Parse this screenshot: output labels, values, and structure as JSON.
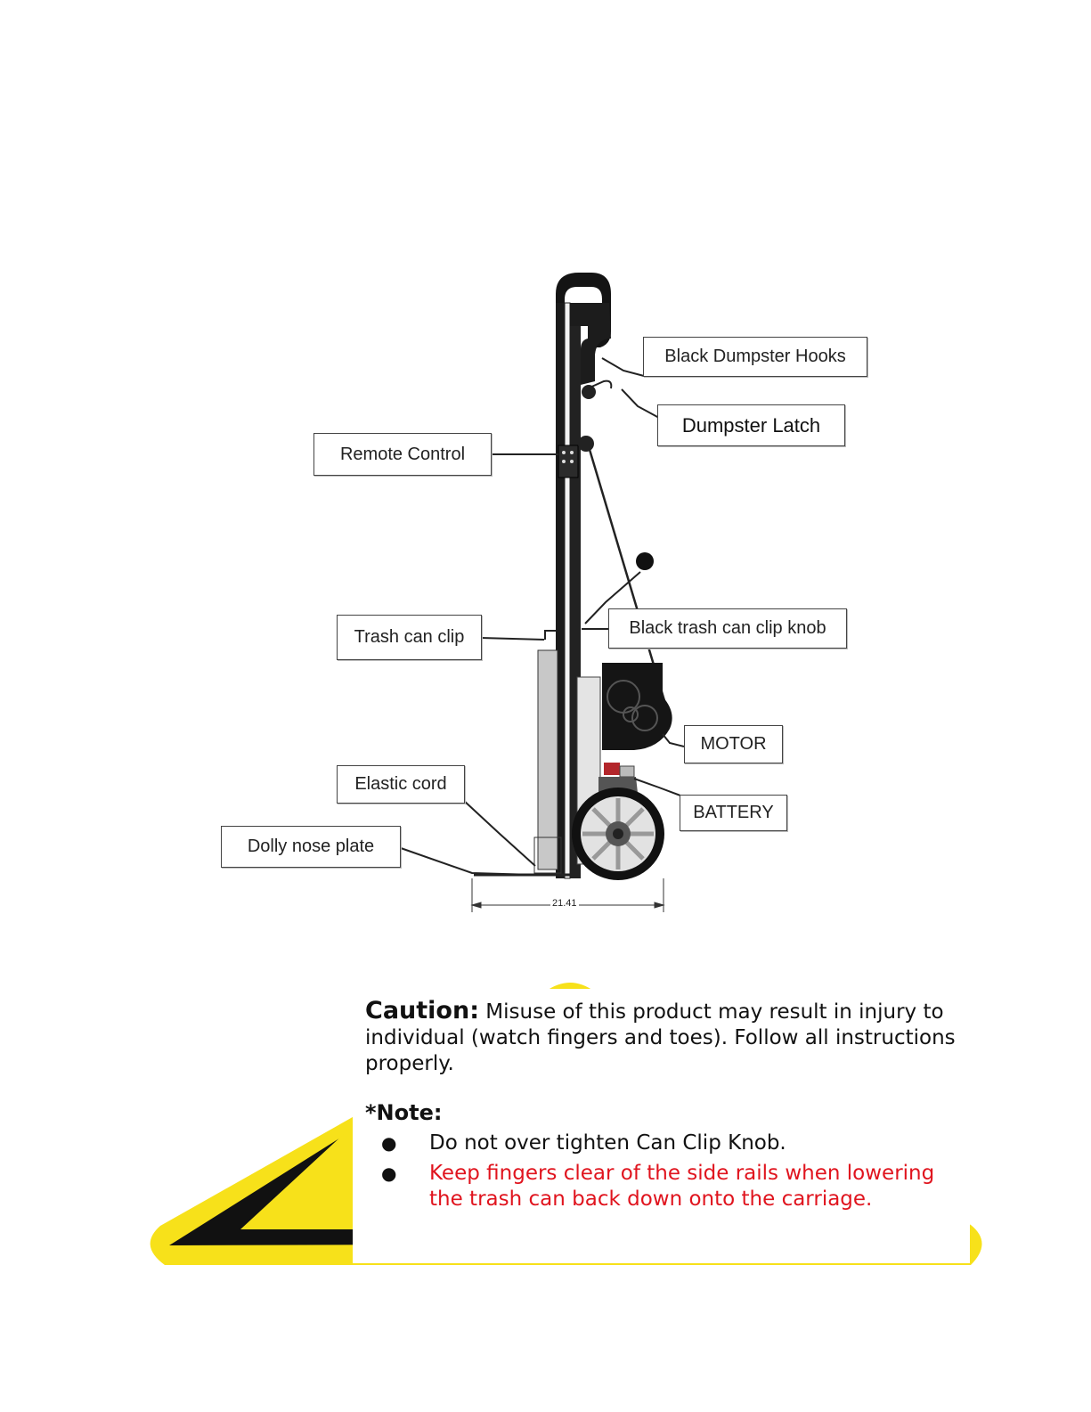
{
  "diagram": {
    "labels": {
      "dumpster_hooks": "Black Dumpster Hooks",
      "dumpster_latch": "Dumpster Latch",
      "remote_control": "Remote Control",
      "trash_can_clip": "Trash can clip",
      "clip_knob": "Black trash can clip knob",
      "motor": "MOTOR",
      "battery": "BATTERY",
      "elastic_cord": "Elastic cord",
      "dolly_nose_plate": "Dolly nose plate"
    },
    "dimension": "21.41"
  },
  "caution": {
    "heading": "Caution:",
    "text": " Misuse of this product may result in injury to individual (watch fingers and toes). Follow all instructions properly.",
    "note_heading": "*Note:",
    "notes": [
      "Do not over tighten Can Clip Knob.",
      "Keep fingers clear of the side rails when lowering the trash can back down onto the carriage."
    ],
    "bullet": "●"
  },
  "colors": {
    "warning_yellow": "#f7e11a",
    "warning_black": "#111111",
    "note_red": "#e0141e"
  }
}
